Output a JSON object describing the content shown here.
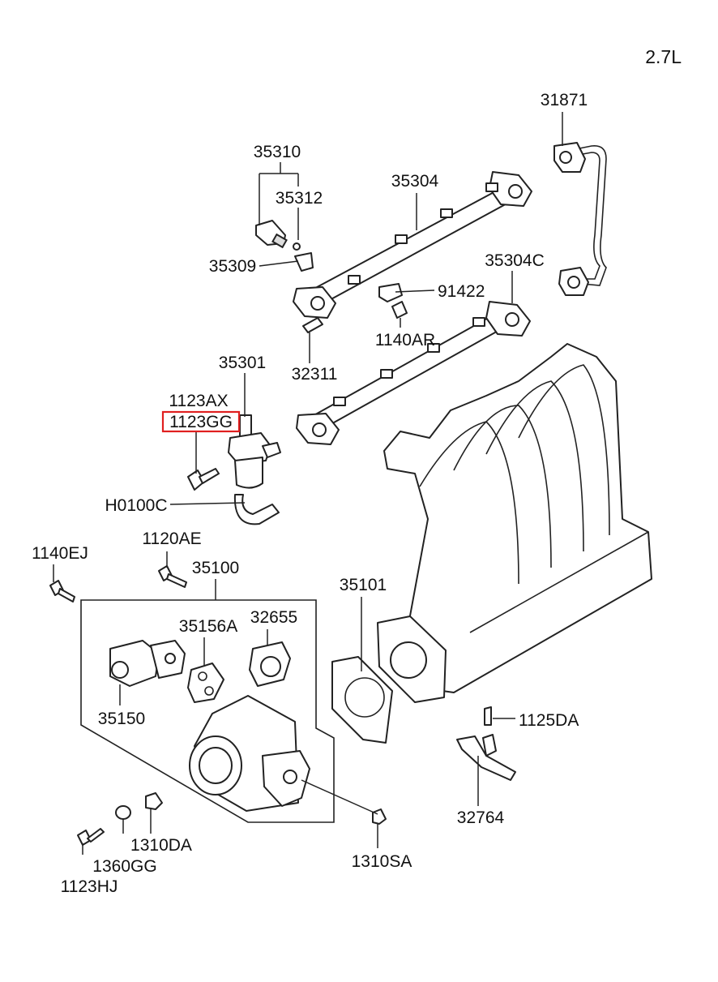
{
  "diagram": {
    "engine_label": "2.7L",
    "highlight_color": "#e02020",
    "parts": {
      "p31871": "31871",
      "p35310": "35310",
      "p35312": "35312",
      "p35304": "35304",
      "p35309": "35309",
      "p35304C": "35304C",
      "p91422": "91422",
      "p1140AR": "1140AR",
      "p32311": "32311",
      "p35301": "35301",
      "p1123AX": "1123AX",
      "p1123GG": "1123GG",
      "pH0100C": "H0100C",
      "p1140EJ": "1140EJ",
      "p1120AE": "1120AE",
      "p35100": "35100",
      "p35101": "35101",
      "p35156A": "35156A",
      "p32655": "32655",
      "p35150": "35150",
      "p1125DA": "1125DA",
      "p32764": "32764",
      "p1310DA": "1310DA",
      "p1360GG": "1360GG",
      "p1123HJ": "1123HJ",
      "p1310SA": "1310SA"
    }
  }
}
